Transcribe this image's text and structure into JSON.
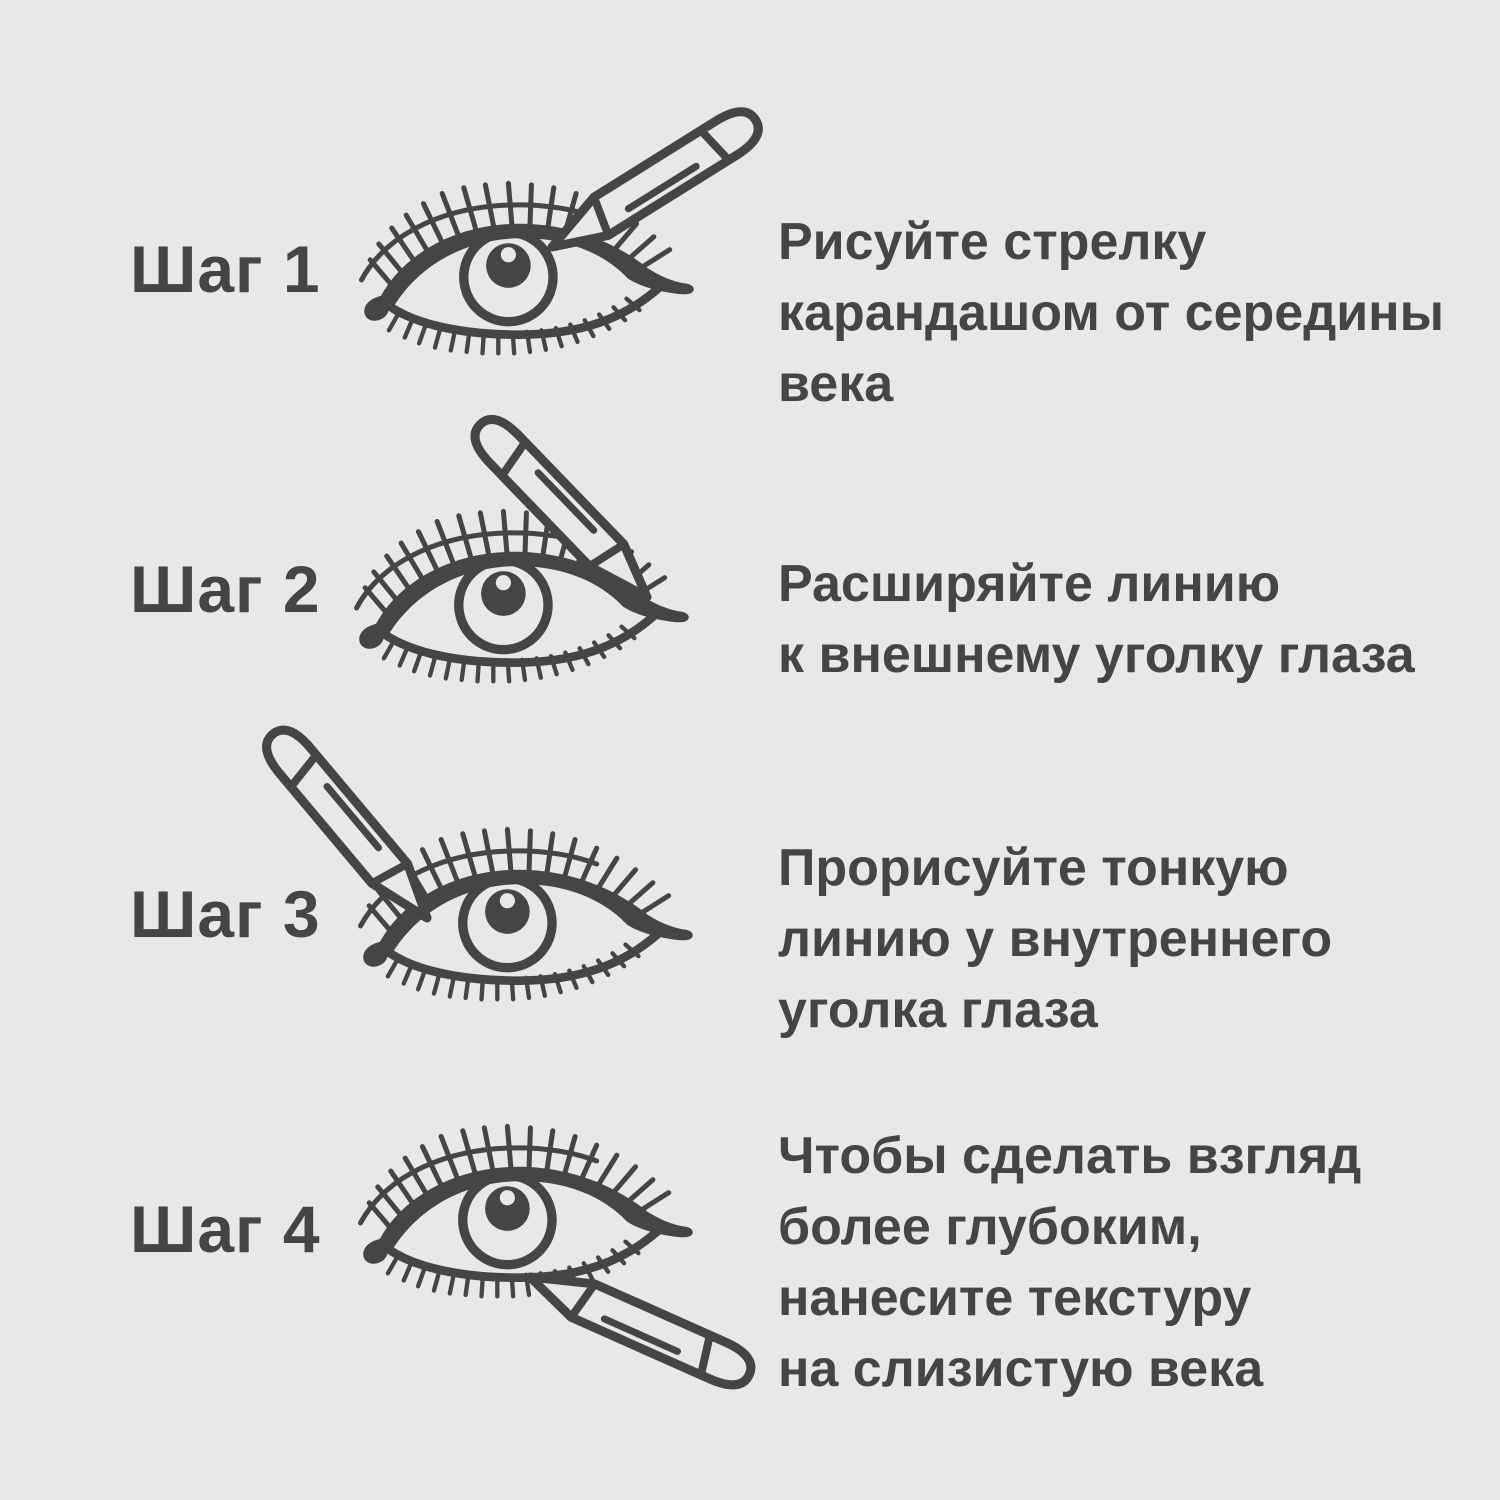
{
  "palette": {
    "background": "#e8e8ea",
    "ink": "#454548"
  },
  "icons": {
    "eye": "eye-icon",
    "pencil": "eyeliner-pencil-icon"
  },
  "steps": [
    {
      "label": "Шаг 1",
      "lines": [
        "Рисуйте стрелку",
        "карандашом от середины",
        "века"
      ]
    },
    {
      "label": "Шаг 2",
      "lines": [
        "Расширяйте линию",
        "к внешнему уголку глаза"
      ]
    },
    {
      "label": "Шаг 3",
      "lines": [
        "Прорисуйте тонкую",
        "линию у внутреннего",
        "уголка глаза"
      ]
    },
    {
      "label": "Шаг 4",
      "lines": [
        "Чтобы сделать взгляд",
        "более глубоким,",
        "нанесите текстуру",
        "на слизистую века"
      ]
    }
  ]
}
